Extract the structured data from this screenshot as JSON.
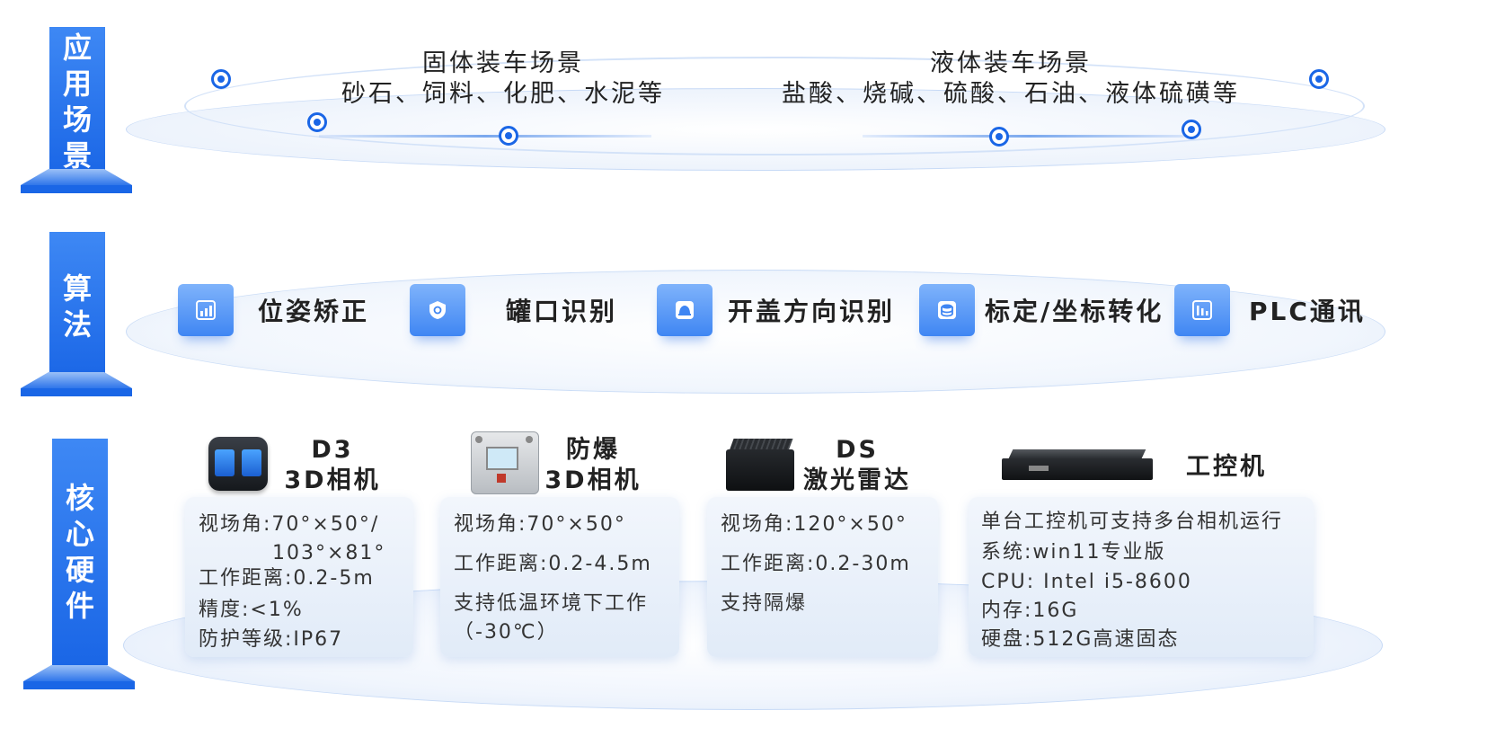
{
  "sections": {
    "scenes": {
      "label": [
        "应",
        "用",
        "场",
        "景"
      ]
    },
    "algorithm": {
      "label": [
        "算",
        "法"
      ]
    },
    "hardware": {
      "label": [
        "核",
        "心",
        "硬",
        "件"
      ]
    }
  },
  "scenes": [
    {
      "title": "固体装车场景",
      "desc": "砂石、饲料、化肥、水泥等"
    },
    {
      "title": "液体装车场景",
      "desc": "盐酸、烧碱、硫酸、石油、液体硫磺等"
    }
  ],
  "algorithms": [
    {
      "label": "位姿矫正",
      "icon": "chart-icon"
    },
    {
      "label": "罐口识别",
      "icon": "shield-icon"
    },
    {
      "label": "开盖方向识别",
      "icon": "helmet-icon"
    },
    {
      "label": "标定/坐标转化",
      "icon": "database-icon"
    },
    {
      "label": "PLC通讯",
      "icon": "bar-chart-icon"
    }
  ],
  "hardware": [
    {
      "title1": "D3",
      "title2": "3D相机",
      "lines": [
        "视场角:70°×50°/",
        "103°×81°",
        "工作距离:0.2-5m",
        "精度:<1%",
        "防护等级:IP67"
      ]
    },
    {
      "title1": "防爆",
      "title2": "3D相机",
      "lines": [
        "视场角:70°×50°",
        "工作距离:0.2-4.5m",
        "支持低温环境下工作",
        "（-30℃）"
      ]
    },
    {
      "title1": "DS",
      "title2": "激光雷达",
      "lines": [
        "视场角:120°×50°",
        "工作距离:0.2-30m",
        "支持隔爆"
      ]
    },
    {
      "title1": "工控机",
      "lines": [
        "单台工控机可支持多台相机运行",
        "系统:win11专业版",
        "CPU: Intel i5-8600",
        "内存:16G",
        "硬盘:512G高速固态"
      ]
    }
  ],
  "colors": {
    "accent": "#1a66e6",
    "accent_light": "#3e88f4",
    "ring": "#cfe0f8",
    "card": "#e6eef9"
  }
}
